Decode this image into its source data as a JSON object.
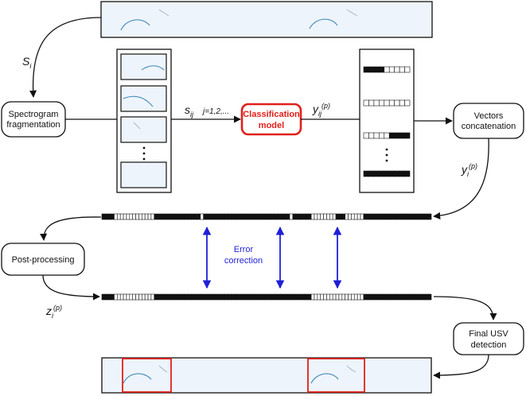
{
  "boxes": {
    "spectrogram_fragmentation": [
      "Spectrogram",
      "fragmentation"
    ],
    "classification_model": [
      "Classification",
      "model"
    ],
    "vectors_concatenation": [
      "Vectors",
      "concatenation"
    ],
    "post_processing": [
      "Post-processing"
    ],
    "final_usv_detection": [
      "Final USV",
      "detection"
    ]
  },
  "labels": {
    "s_i": {
      "base": "S",
      "sub": "i"
    },
    "s_ij": {
      "base": "s",
      "sub": "ij",
      "index": "j=1,2,..."
    },
    "y_ij": {
      "base": "y",
      "sub": "ij",
      "sup": "(p)"
    },
    "y_i": {
      "base": "y",
      "sub": "i",
      "sup": "(p)"
    },
    "z_i": {
      "base": "z",
      "sub": "i",
      "sup": "(p)"
    },
    "error_correction": [
      "Error",
      "correction"
    ]
  },
  "colors": {
    "stroke": "#111111",
    "accent_red": "#e0201b",
    "error_blue": "#1f1fd6",
    "spectrogram_bg": "#eef4fb",
    "usv_trace": "#3a86b8"
  },
  "sequences": {
    "fragment_vectors": [
      [
        1,
        1,
        1,
        1,
        0,
        0,
        0,
        0,
        0
      ],
      [
        0,
        0,
        0,
        0,
        0,
        0,
        0,
        0,
        0
      ],
      [
        0,
        0,
        0,
        0,
        0,
        1,
        1,
        1,
        1
      ],
      [
        1,
        1,
        1,
        1,
        1,
        1,
        1,
        1,
        1
      ]
    ],
    "raw_vector": [
      1,
      1,
      1,
      1,
      0,
      0,
      0,
      0,
      0,
      0,
      0,
      0,
      0,
      0,
      0,
      0,
      0,
      1,
      1,
      1,
      1,
      1,
      1,
      1,
      1,
      1,
      1,
      1,
      1,
      1,
      1,
      1,
      0,
      1,
      1,
      1,
      1,
      1,
      1,
      1,
      1,
      1,
      1,
      1,
      1,
      1,
      1,
      1,
      1,
      1,
      1,
      1,
      1,
      1,
      1,
      1,
      1,
      1,
      1,
      1,
      1,
      0,
      1,
      1,
      1,
      1,
      1,
      1,
      0,
      0,
      0,
      0,
      0,
      0,
      0,
      0,
      1,
      1,
      1,
      0,
      0,
      0,
      0,
      0,
      0,
      1,
      1,
      1,
      1,
      1,
      1,
      1,
      1,
      1,
      1,
      1,
      1,
      1,
      1,
      1,
      1,
      1,
      1,
      1,
      1,
      1,
      1
    ],
    "corrected_vector": [
      1,
      1,
      1,
      1,
      0,
      0,
      0,
      0,
      0,
      0,
      0,
      0,
      0,
      0,
      0,
      0,
      0,
      1,
      1,
      1,
      1,
      1,
      1,
      1,
      1,
      1,
      1,
      1,
      1,
      1,
      1,
      1,
      1,
      1,
      1,
      1,
      1,
      1,
      1,
      1,
      1,
      1,
      1,
      1,
      1,
      1,
      1,
      1,
      1,
      1,
      1,
      1,
      1,
      1,
      1,
      1,
      1,
      1,
      1,
      1,
      1,
      1,
      1,
      1,
      1,
      1,
      1,
      1,
      0,
      0,
      0,
      0,
      0,
      0,
      0,
      0,
      0,
      0,
      0,
      0,
      0,
      0,
      0,
      0,
      0,
      1,
      1,
      1,
      1,
      1,
      1,
      1,
      1,
      1,
      1,
      1,
      1,
      1,
      1,
      1,
      1,
      1,
      1,
      1,
      1,
      1,
      1
    ]
  }
}
